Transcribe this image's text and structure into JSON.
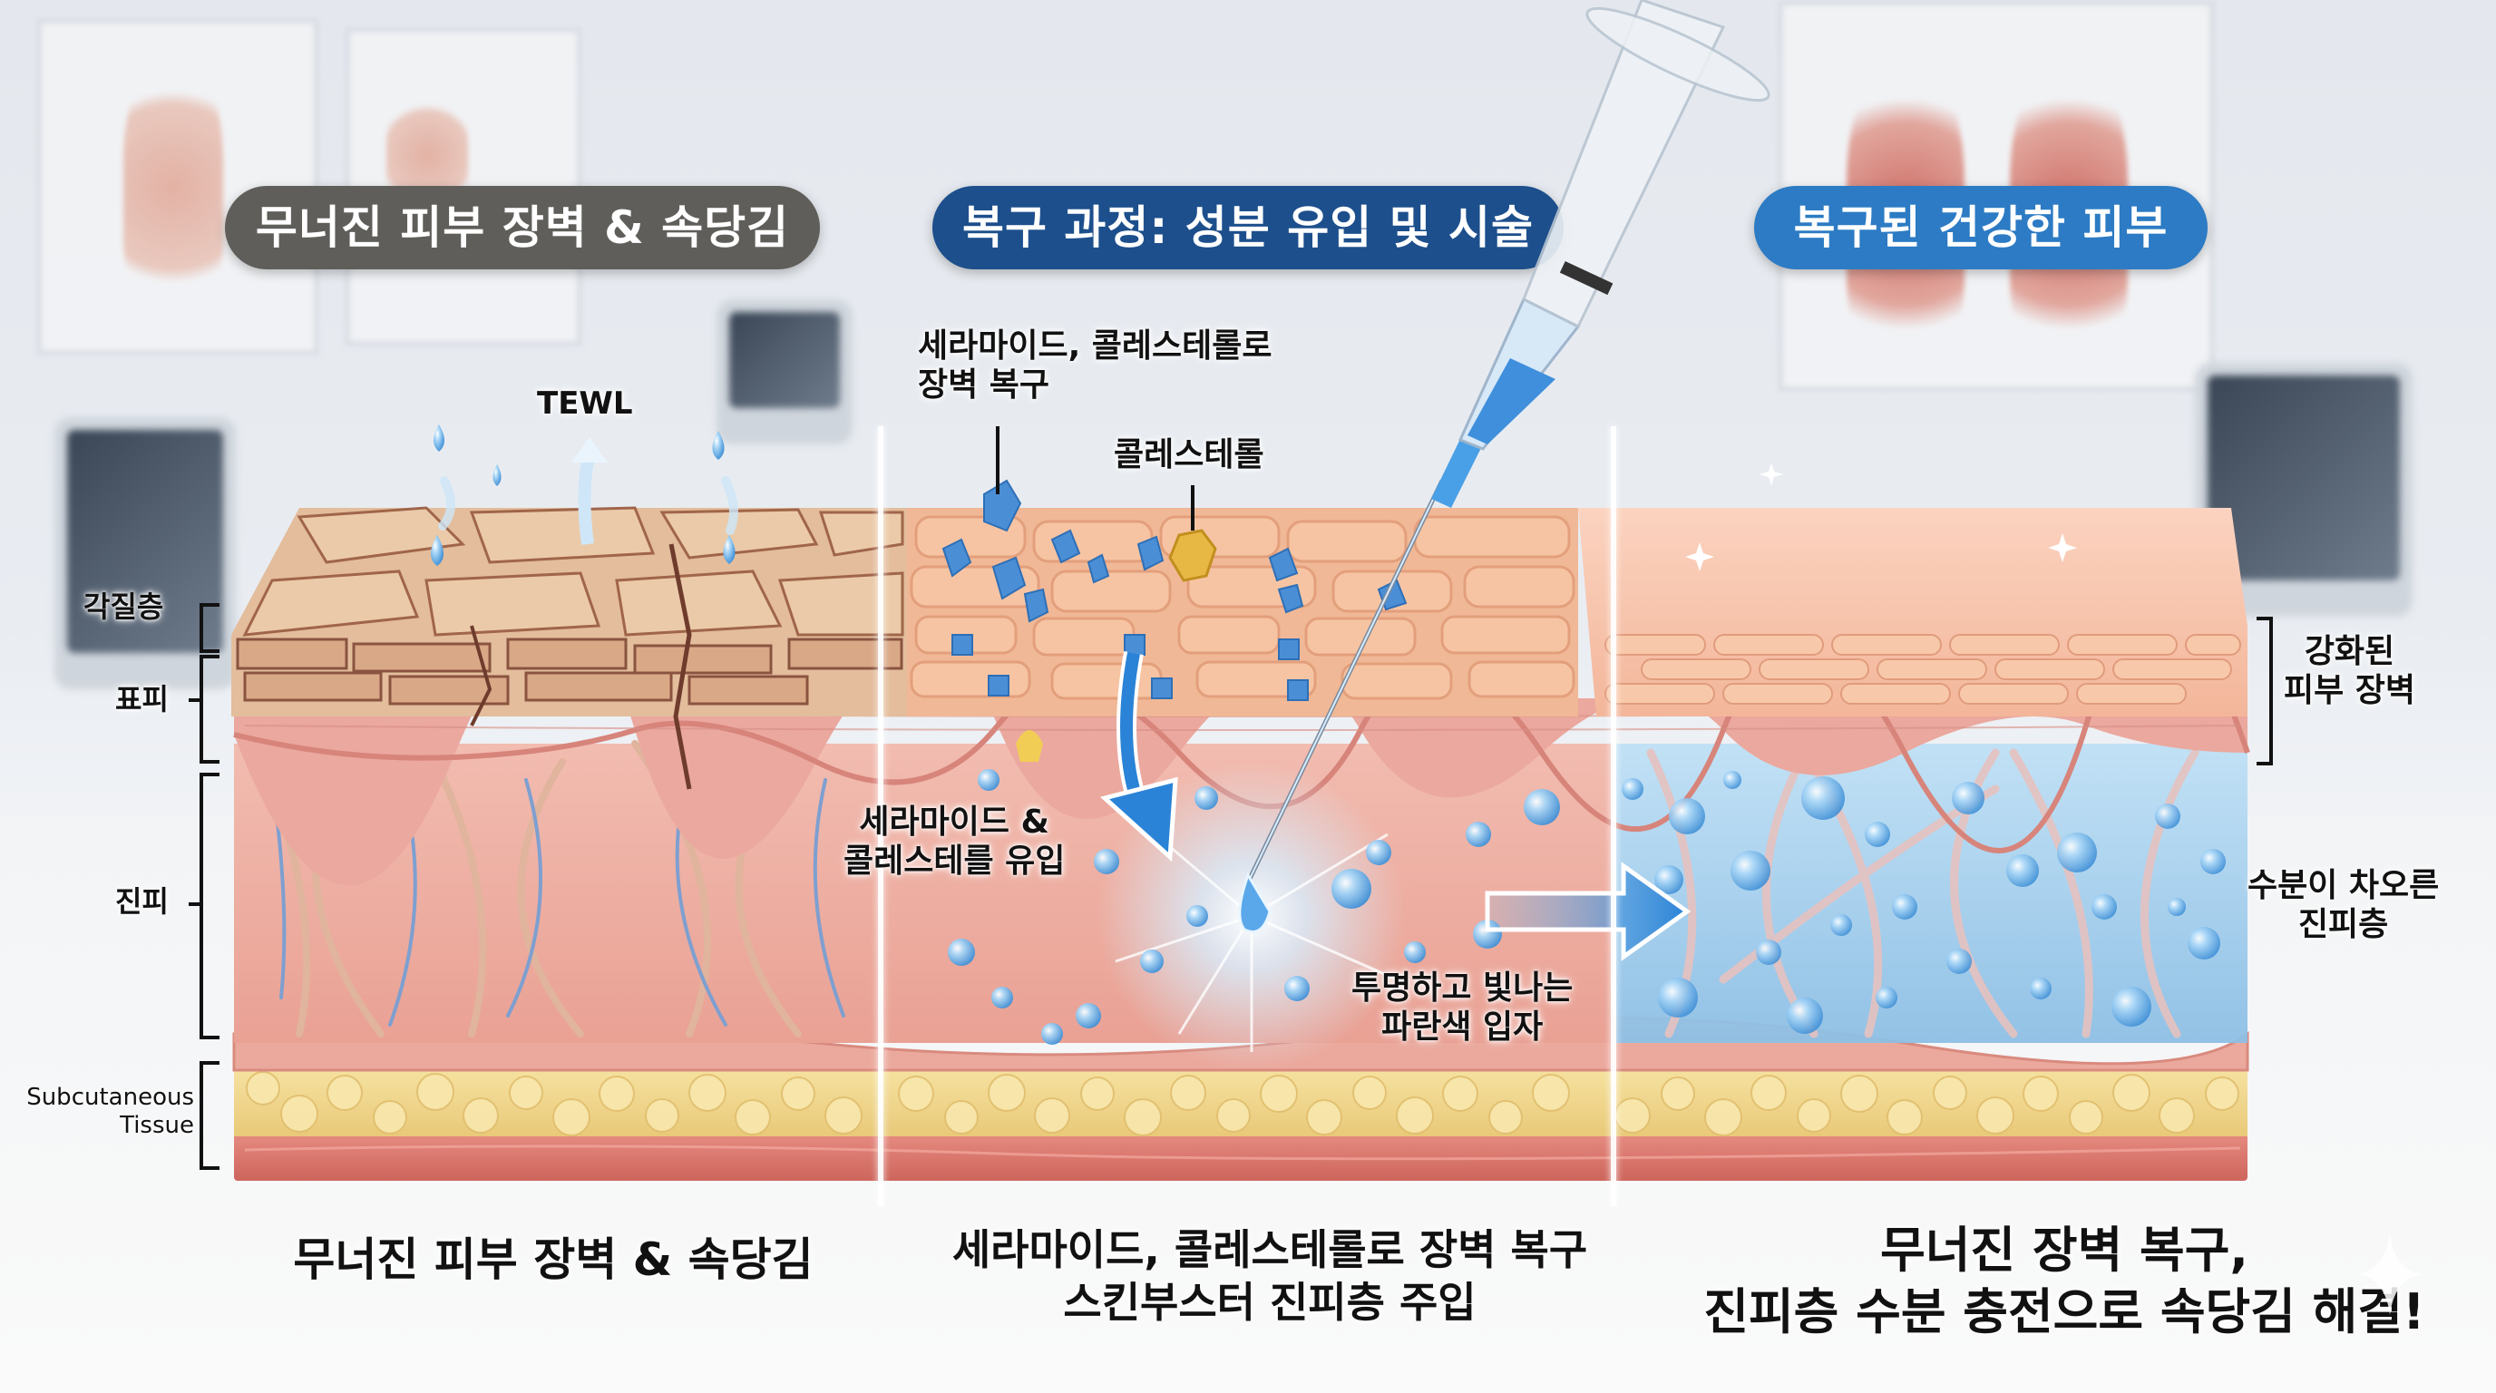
{
  "headers": {
    "damaged": "무너진 피부 장벽 & 속당김",
    "process": "복구 과정: 성분 유입 및 시술",
    "restored": "복구된 건강한 피부"
  },
  "colors": {
    "pill_damaged": "#5f5e5a",
    "pill_process": "#1d4f8c",
    "pill_restored": "#2c7bc4",
    "stratum_damaged": "#e3bd9c",
    "stratum_healthy": "#f1b898",
    "epidermis": "#e8a39b",
    "dermis": "#efb3a6",
    "dermis_hydrated": "#a9d3ee",
    "fat": "#f2d88a",
    "muscle": "#dd7a70",
    "ceramide": "#4a8fd6",
    "cholesterol": "#e8b845",
    "arrow_blue": "#2a83d6"
  },
  "layer_labels": {
    "stratum_corneum": "각질층",
    "epidermis": "표피",
    "dermis": "진피",
    "subcutaneous": "Subcutaneous\nTissue"
  },
  "annotations": {
    "tewl": "TEWL",
    "ceramide_cholesterol_repair": "세라마이드, 콜레스테롤로\n장벽 복구",
    "cholesterol": "콜레스테롤",
    "ceramide_cholesterol_inflow": "세라마이드 &\n콜레스테를 유입",
    "glowing_particles": "투명하고 빛나는\n파란색 입자",
    "strengthened_barrier": "강화된\n피부 장벽",
    "hydrated_dermis": "수분이 차오른\n진피층"
  },
  "captions": {
    "left": "무너진 피부 장벽 & 속당김",
    "middle": "세라마이드, 콜레스테롤로 장벽 복구\n스킨부스터 진피층 주입",
    "right": "무너진 장벽 복구,\n진피층 수분 충전으로 속당김 해결!"
  },
  "icons": {
    "water_drop": "water-drop-icon",
    "up_arrow": "up-arrow-icon",
    "syringe": "syringe-icon",
    "curved_arrow": "curved-arrow-icon",
    "right_arrow": "right-arrow-icon",
    "sparkle": "sparkle-icon"
  }
}
